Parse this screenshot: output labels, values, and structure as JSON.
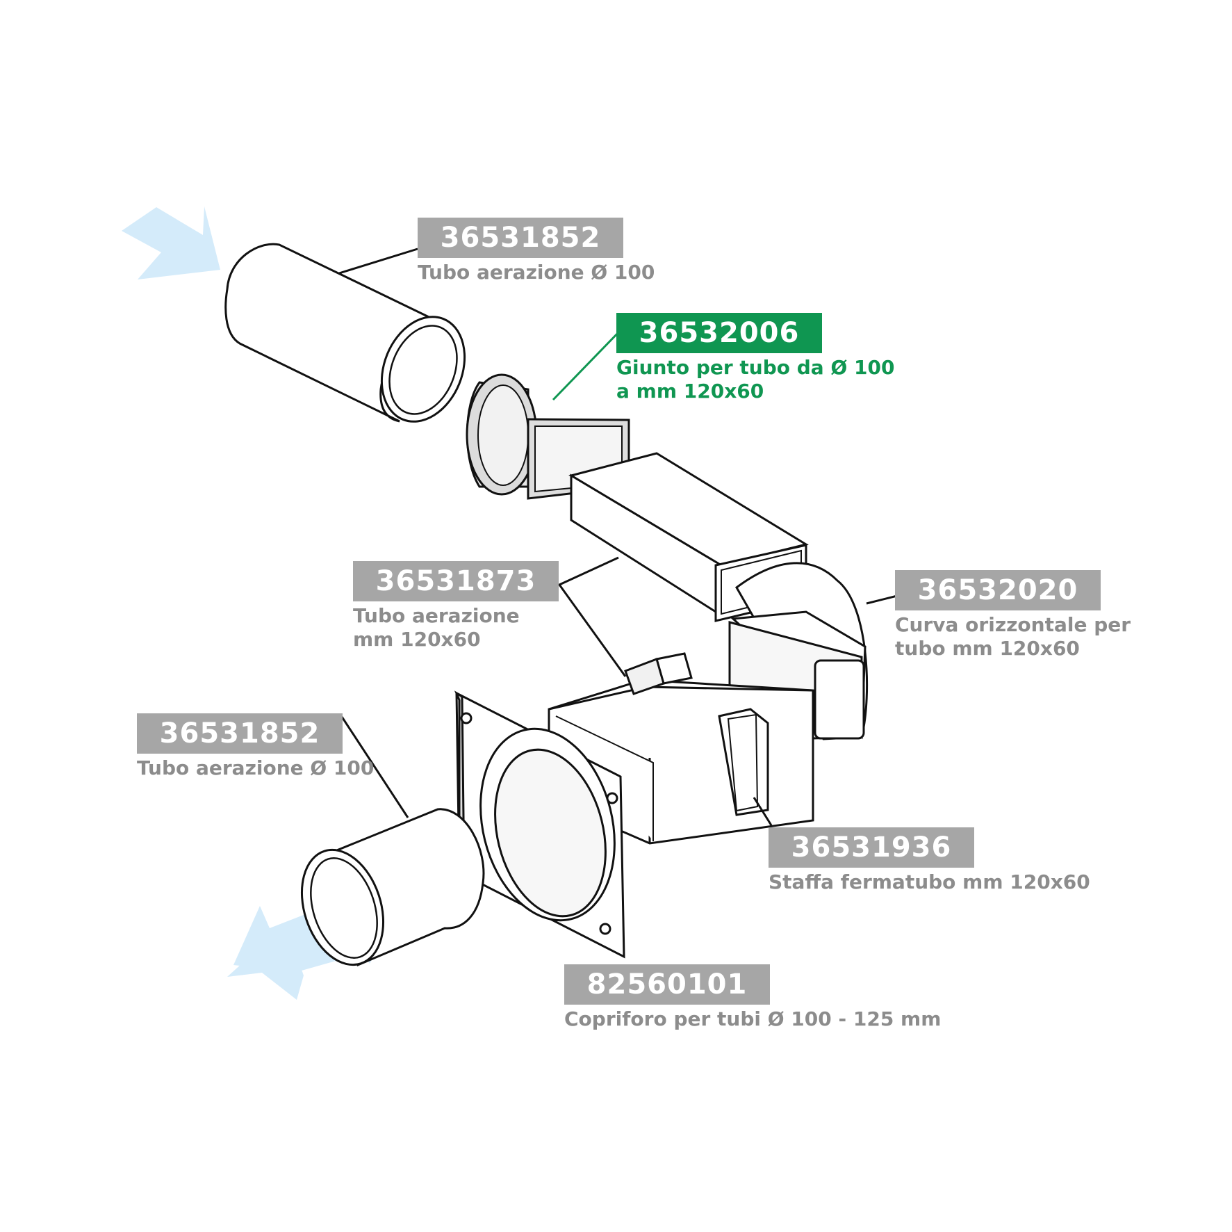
{
  "colors": {
    "code_bg": "#a6a6a6",
    "code_bg_highlight": "#0f9651",
    "desc_text": "#8c8c8c",
    "desc_text_highlight": "#0f9651",
    "line": "#000000",
    "airflow_arrow": "#d4ebfa"
  },
  "parts": [
    {
      "id": "tube-top",
      "code": "36531852",
      "desc": [
        "Tubo aerazione Ø 100"
      ],
      "highlight": false
    },
    {
      "id": "joint",
      "code": "36532006",
      "desc": [
        "Giunto per tubo da Ø 100",
        "a mm 120x60"
      ],
      "highlight": true
    },
    {
      "id": "rect-tube",
      "code": "36531873",
      "desc": [
        "Tubo aerazione",
        "mm 120x60"
      ],
      "highlight": false
    },
    {
      "id": "curve",
      "code": "36532020",
      "desc": [
        "Curva orizzontale per",
        "tubo mm 120x60"
      ],
      "highlight": false
    },
    {
      "id": "tube-bottom",
      "code": "36531852",
      "desc": [
        "Tubo aerazione Ø 100"
      ],
      "highlight": false
    },
    {
      "id": "bracket",
      "code": "36531936",
      "desc": [
        "Staffa fermatubo mm 120x60"
      ],
      "highlight": false
    },
    {
      "id": "cover",
      "code": "82560101",
      "desc": [
        "Copriforo per tubi Ø 100 - 125 mm"
      ],
      "highlight": false
    }
  ],
  "arrows": [
    {
      "id": "airflow-in",
      "direction": "in"
    },
    {
      "id": "airflow-out",
      "direction": "out"
    }
  ]
}
